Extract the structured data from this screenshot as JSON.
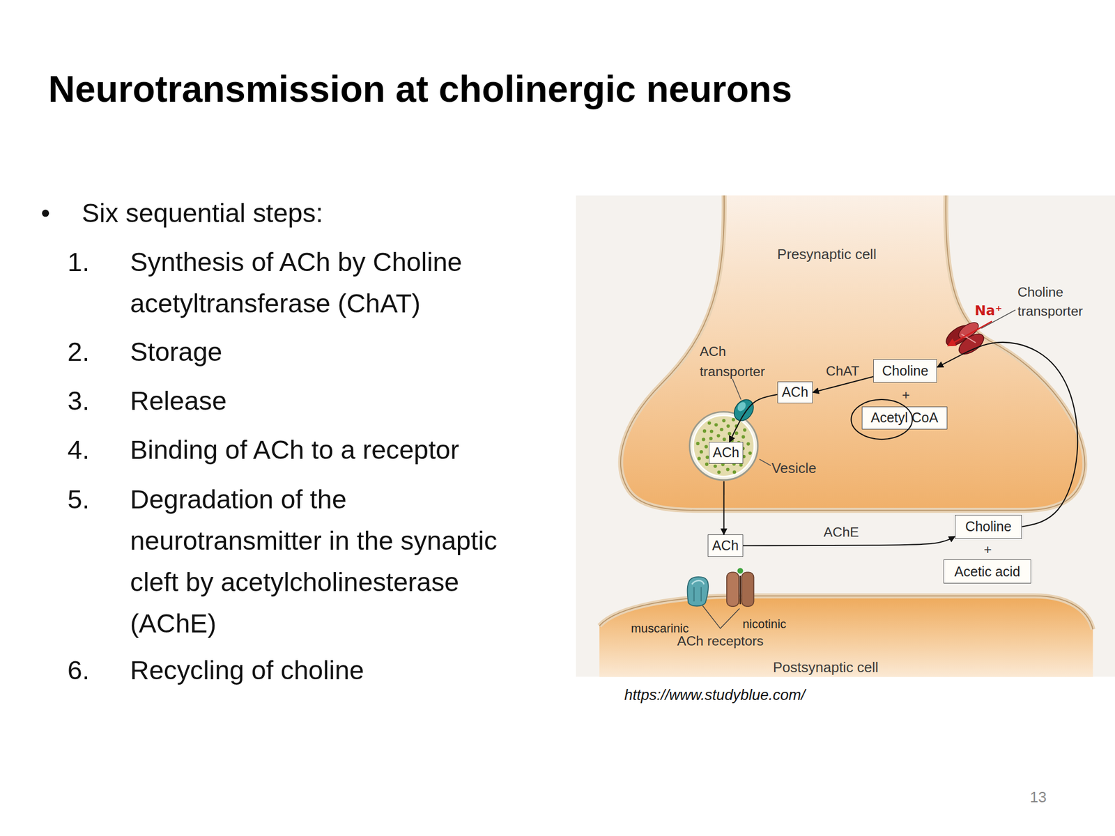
{
  "diagram": {
    "title": "Neurotransmission at cholinergic neurons",
    "nodes": [
      {
        "text": [
          "Presynaptic cell"
        ]
      },
      {
        "text": [
          "Choline"
        ],
        "in": 0
      },
      {
        "text": [
          "Acetyl CoA"
        ],
        "in": 0
      },
      {
        "text": [
          "ACh"
        ],
        "in": 0
      },
      {
        "text": [
          "Vesicle"
        ],
        "in": 0
      },
      {
        "text": [
          "ACh"
        ],
        "in": 4
      },
      {
        "text": [
          "ACh"
        ]
      },
      {
        "text": [
          "Choline"
        ]
      },
      {
        "text": [
          "Acetic acid"
        ]
      },
      {
        "text": [
          "Postsynaptic cell"
        ]
      }
    ],
    "edges": [
      {
        "from": 1,
        "to": 3,
        "arrow": "to",
        "label": "ChAT"
      },
      {
        "from": 3,
        "to": 5,
        "arrow": "to"
      },
      {
        "from": 4,
        "to": 6,
        "arrow": "to"
      },
      {
        "from": 6,
        "to": 7,
        "arrow": "to",
        "label": "AChE"
      },
      {
        "from": 7,
        "to": 1,
        "arrow": "to"
      }
    ],
    "labels": [
      "Six sequential steps:",
      "1.",
      "Synthesis of ACh by Choline acetyltransferase (ChAT)",
      "2.",
      "Storage",
      "3.",
      "Release",
      "4.",
      "Binding of ACh to a receptor",
      "5.",
      "Degradation of the neurotransmitter in the synaptic cleft by acetylcholinesterase (AChE)",
      "6.",
      "Recycling of choline",
      "Choline transporter",
      "Na⁺",
      "ACh transporter",
      "+",
      "+",
      "muscarinic",
      "nicotinic",
      "ACh receptors",
      "https://www.studyblue.com/",
      "13"
    ]
  }
}
